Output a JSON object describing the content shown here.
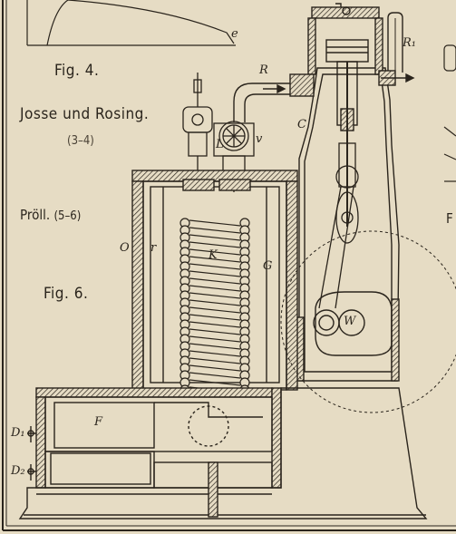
{
  "text": {
    "fig4": "Fig. 4.",
    "authors": "Josse und Rosing.",
    "authors_ref": "(3–4)",
    "proell": "Pröll.",
    "proell_ref": "(5–6)",
    "fig6": "Fig. 6.",
    "edge_letter": "F"
  },
  "parts": {
    "e": "e",
    "R": "R",
    "R1": "R₁",
    "L": "L",
    "v": "v",
    "C": "C",
    "O": "O",
    "r": "r",
    "K": "K",
    "G": "G",
    "W": "W",
    "F": "F",
    "D1": "D₁",
    "D2": "D₂"
  },
  "colors": {
    "paper": "#e6dcc4",
    "ink": "#2a241c"
  }
}
